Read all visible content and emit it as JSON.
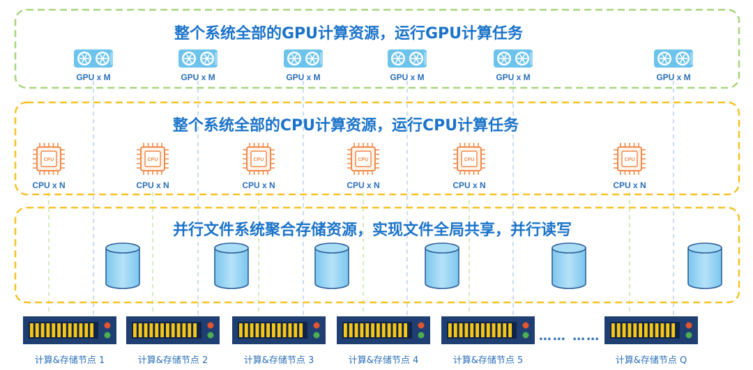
{
  "gpu_band": {
    "title": "整个系统全部的GPU计算资源，运行GPU计算任务",
    "unit_label": "GPU x M",
    "border_color": "#a6d57a"
  },
  "cpu_band": {
    "title": "整个系统全部的CPU计算资源，运行CPU计算任务",
    "unit_label": "CPU x N",
    "chip_text": "CPU",
    "border_color": "#f5c224"
  },
  "storage_band": {
    "title": "并行文件系统聚合存储资源，实现文件全局共享，并行读写",
    "border_color": "#f5c224"
  },
  "nodes": [
    {
      "label": "计算&存储节点 1"
    },
    {
      "label": "计算&存储节点 2"
    },
    {
      "label": "计算&存储节点 3"
    },
    {
      "label": "计算&存储节点 4"
    },
    {
      "label": "计算&存储节点 5"
    },
    {
      "label": "计算&存储节点 Q"
    }
  ],
  "ellipsis": "…… ……",
  "colors": {
    "accent_blue": "#1b73c9",
    "gpu_icon": "#6cc3ec",
    "cpu_icon": "#f08a4a",
    "disk_fill": "#8fd0f2",
    "server_body": "#1f3e72",
    "server_slot": "#f5c518",
    "led_red": "#e2552f",
    "led_green": "#4caf50"
  }
}
